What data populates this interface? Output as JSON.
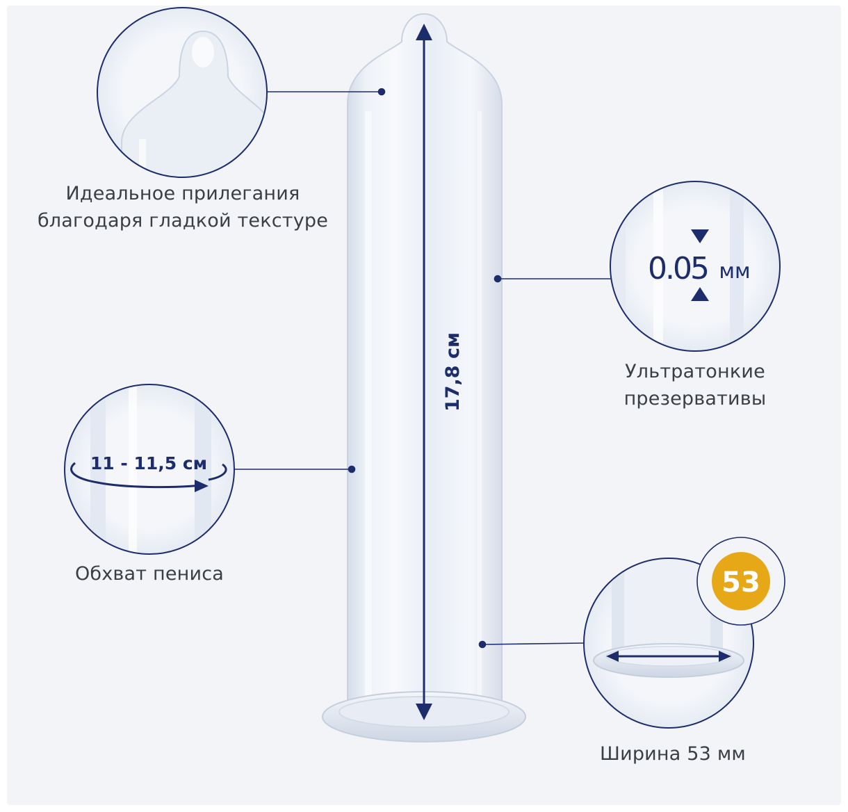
{
  "figure": {
    "length_label": "17,8 см",
    "tip_caption": "Идеальное прилегания\nблагодаря гладкой текстуре",
    "thickness_value": "0.05",
    "thickness_unit": "мм",
    "thickness_caption": "Ультратонкие\nпрезервативы",
    "girth_value": "11 - 11,5 см",
    "girth_caption": "Обхват пениса",
    "width_badge": "53",
    "width_caption": "Ширина 53 мм"
  },
  "colors": {
    "background": "#f3f4f7",
    "navy": "#1d2d6b",
    "badge": "#e6a817",
    "latex": "#dfe6f0"
  }
}
